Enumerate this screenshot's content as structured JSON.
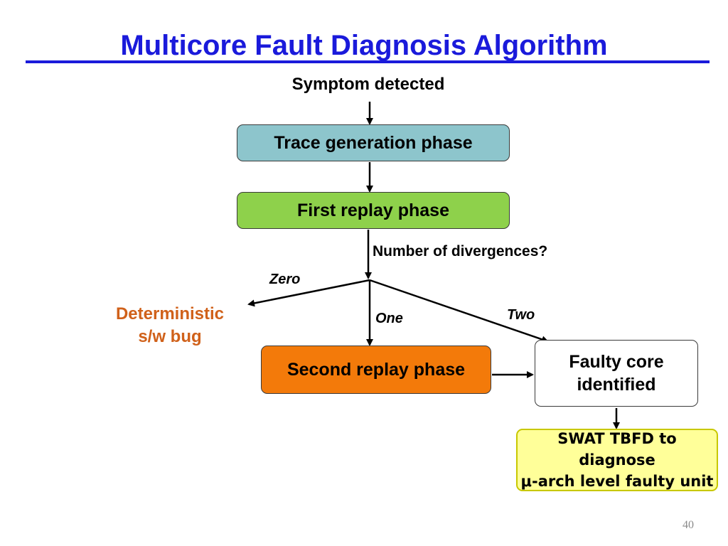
{
  "title": "Multicore Fault Diagnosis Algorithm",
  "flow": {
    "symptom": "Symptom detected",
    "trace_phase": "Trace generation phase",
    "first_replay": "First replay phase",
    "question": "Number of divergences?",
    "branches": {
      "zero": "Zero",
      "one": "One",
      "two": "Two"
    },
    "deterministic_bug": "Deterministic\ns/w bug",
    "second_replay": "Second replay phase",
    "faulty_core": "Faulty core\nidentified",
    "swat": "SWAT TBFD to diagnose\nμ-arch level faulty unit"
  },
  "colors": {
    "title": "#1a1adb",
    "trace_box": "#8dc5cc",
    "first_box": "#8ed14b",
    "second_box": "#f37a0a",
    "swat_box": "#ffff99",
    "bug_text": "#d0611a"
  },
  "page_number": "40"
}
